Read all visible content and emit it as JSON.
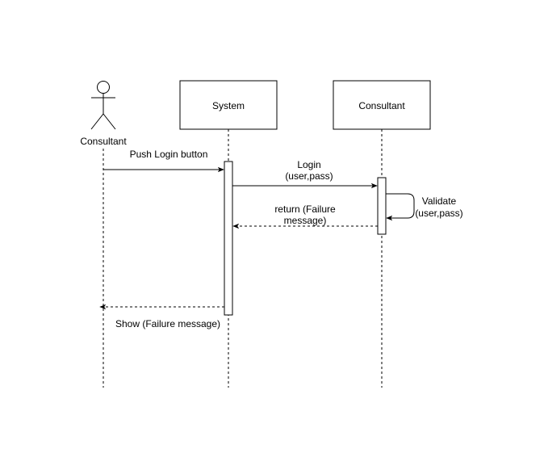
{
  "participants": {
    "actor": "Consultant",
    "system": "System",
    "consultant": "Consultant"
  },
  "messages": {
    "push_login": "Push Login button",
    "login_line1": "Login",
    "login_line2": "(user,pass)",
    "validate_line1": "Validate",
    "validate_line2": "(user,pass)",
    "return_line1": "return (Failure",
    "return_line2": "message)",
    "show": "Show (Failure message)"
  }
}
